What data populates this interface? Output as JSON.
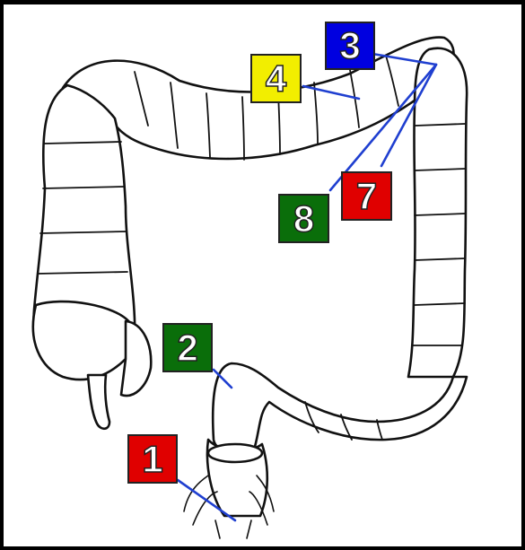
{
  "labels": [
    {
      "id": "1",
      "text": "1",
      "color": "#e00000"
    },
    {
      "id": "2",
      "text": "2",
      "color": "#0a6e0a"
    },
    {
      "id": "3",
      "text": "3",
      "color": "#0000e0"
    },
    {
      "id": "4",
      "text": "4",
      "color": "#f2ee00"
    },
    {
      "id": "7",
      "text": "7",
      "color": "#e00000"
    },
    {
      "id": "8",
      "text": "8",
      "color": "#0a6e0a"
    }
  ],
  "colors": {
    "frame": "#000000",
    "background": "#ffffff",
    "outline": "#111111",
    "leader_line": "#1f3fd0"
  }
}
